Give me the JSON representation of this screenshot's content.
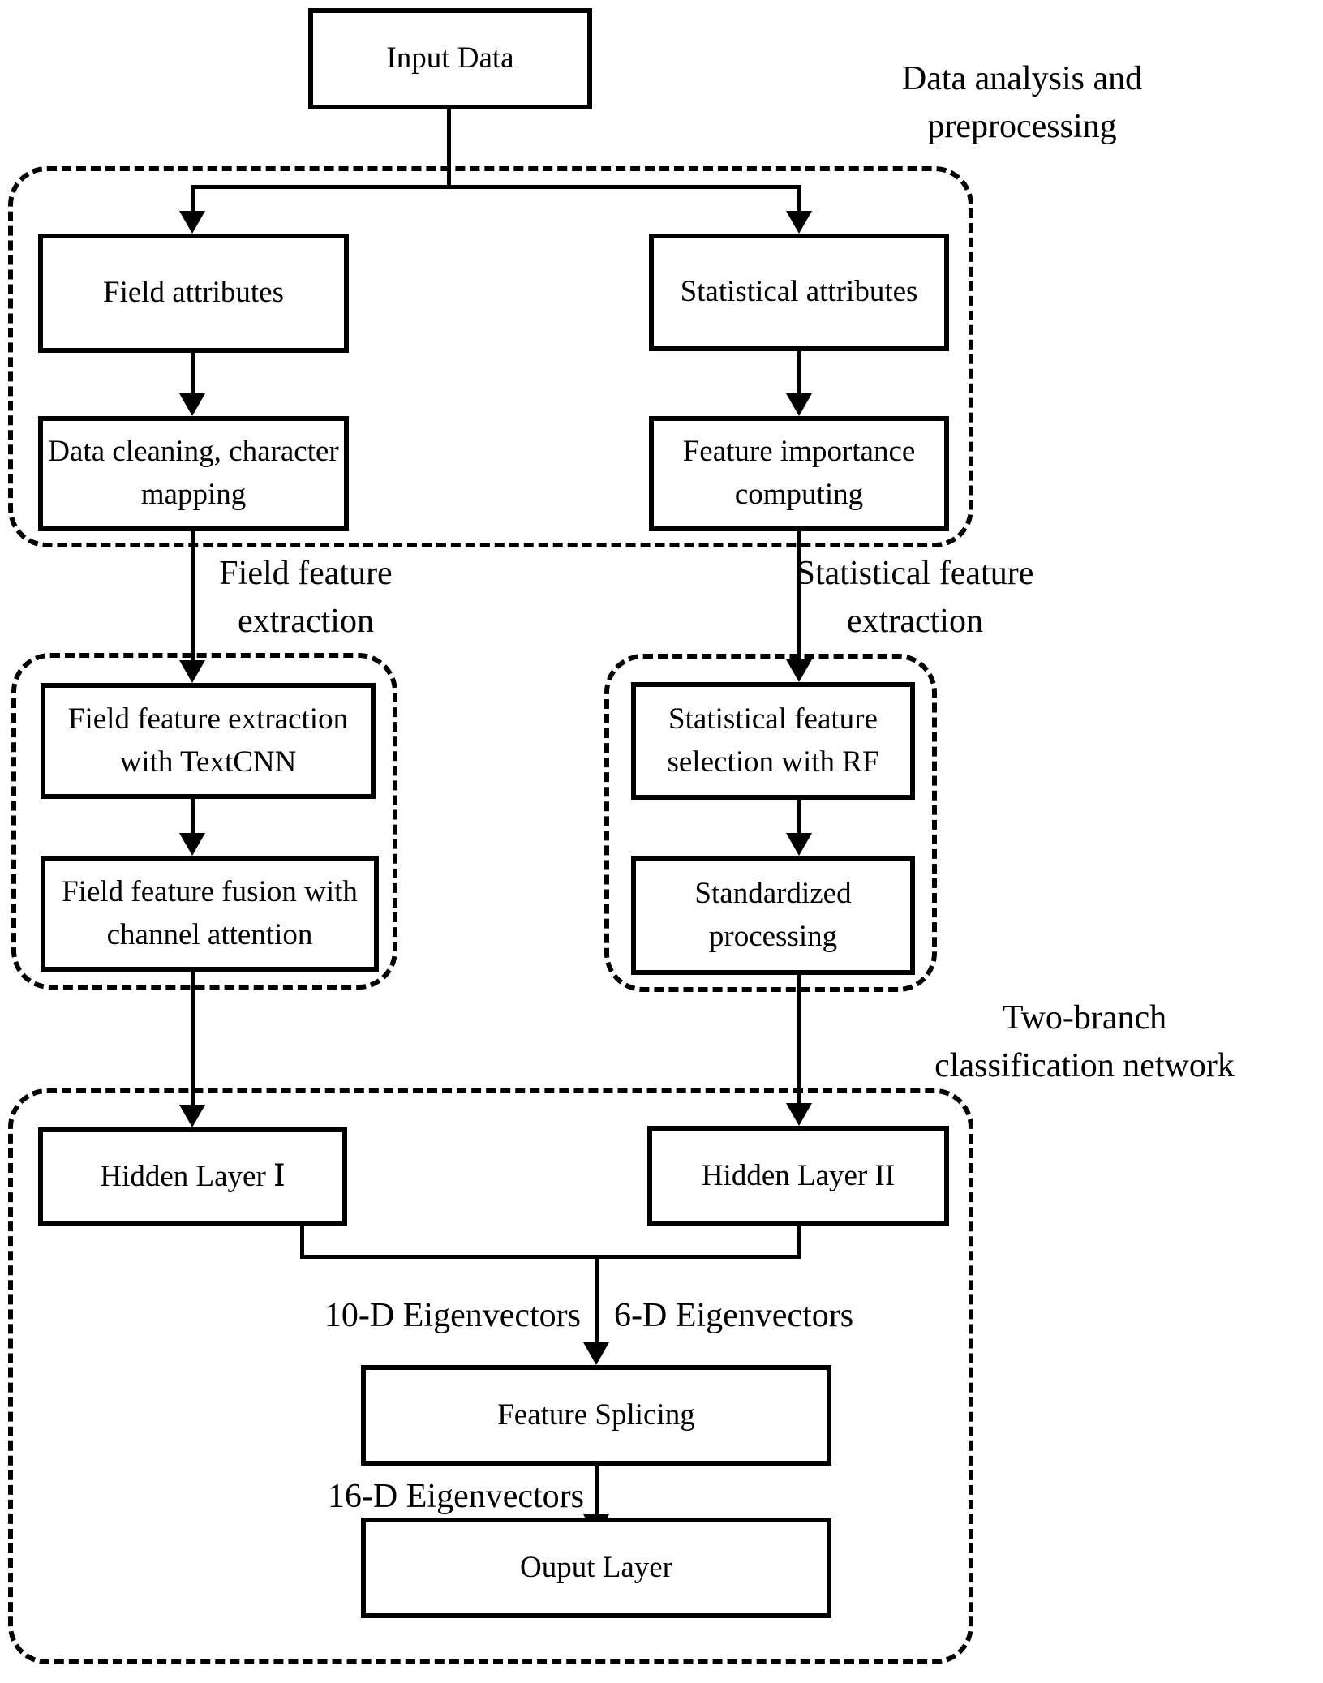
{
  "diagram": {
    "title_hint": "Two-branch classification network flowchart",
    "colors": {
      "line": "#000000",
      "background": "#ffffff",
      "box_fill": "#ffffff"
    },
    "nodes": {
      "input_data": "Input Data",
      "field_attributes": "Field attributes",
      "statistical_attributes": "Statistical attributes",
      "data_cleaning": "Data cleaning, character\nmapping",
      "feature_importance": "Feature importance\ncomputing",
      "field_feature_extraction_textcnn": "Field feature extraction\nwith TextCNN",
      "field_feature_fusion": "Field feature fusion with\nchannel attention",
      "statistical_feature_selection": "Statistical feature\nselection with RF",
      "standardized_processing": "Standardized processing",
      "hidden_layer_1": "Hidden Layer Ⅰ",
      "hidden_layer_2": "Hidden Layer II",
      "feature_splicing": "Feature Splicing",
      "ouput_layer": "Ouput Layer"
    },
    "stage_labels": {
      "data_analysis": "Data analysis and\npreprocessing",
      "field_feature_extraction": "Field feature\nextraction",
      "statistical_feature_extraction": "Statistical feature\nextraction",
      "two_branch": "Two-branch\nclassification network"
    },
    "edge_labels": {
      "eigen_10d": "10-D Eigenvectors",
      "eigen_6d": "6-D Eigenvectors",
      "eigen_16d": "16-D Eigenvectors"
    }
  }
}
